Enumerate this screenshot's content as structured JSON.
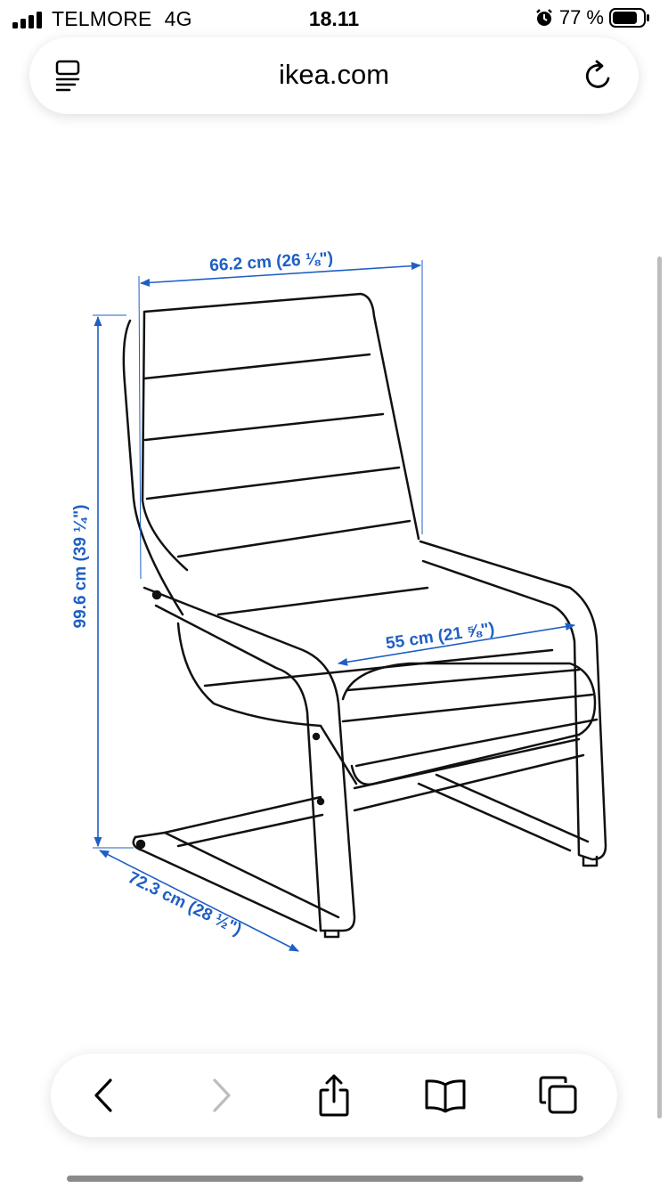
{
  "status_bar": {
    "carrier": "TELMORE",
    "network": "4G",
    "time": "18.11",
    "battery_percent": "77 %",
    "icons": [
      "signal-icon",
      "alarm-icon",
      "battery-icon"
    ]
  },
  "url_bar": {
    "domain": "ikea.com",
    "icons": [
      "page-menu-icon",
      "reload-icon"
    ]
  },
  "image": {
    "width_label": "66.2 cm (26 ⅛\")",
    "height_label": "99.6 cm (39 ¼\")",
    "depth_label": "72.3 cm (28 ½\")",
    "seat_label": "55 cm (21 ⅝\")"
  },
  "bottom_toolbar": {
    "icons": [
      "back-icon",
      "forward-icon",
      "share-icon",
      "bookmarks-icon",
      "tabs-icon"
    ]
  },
  "colors": {
    "dimension_blue": "#1f5fc4"
  }
}
